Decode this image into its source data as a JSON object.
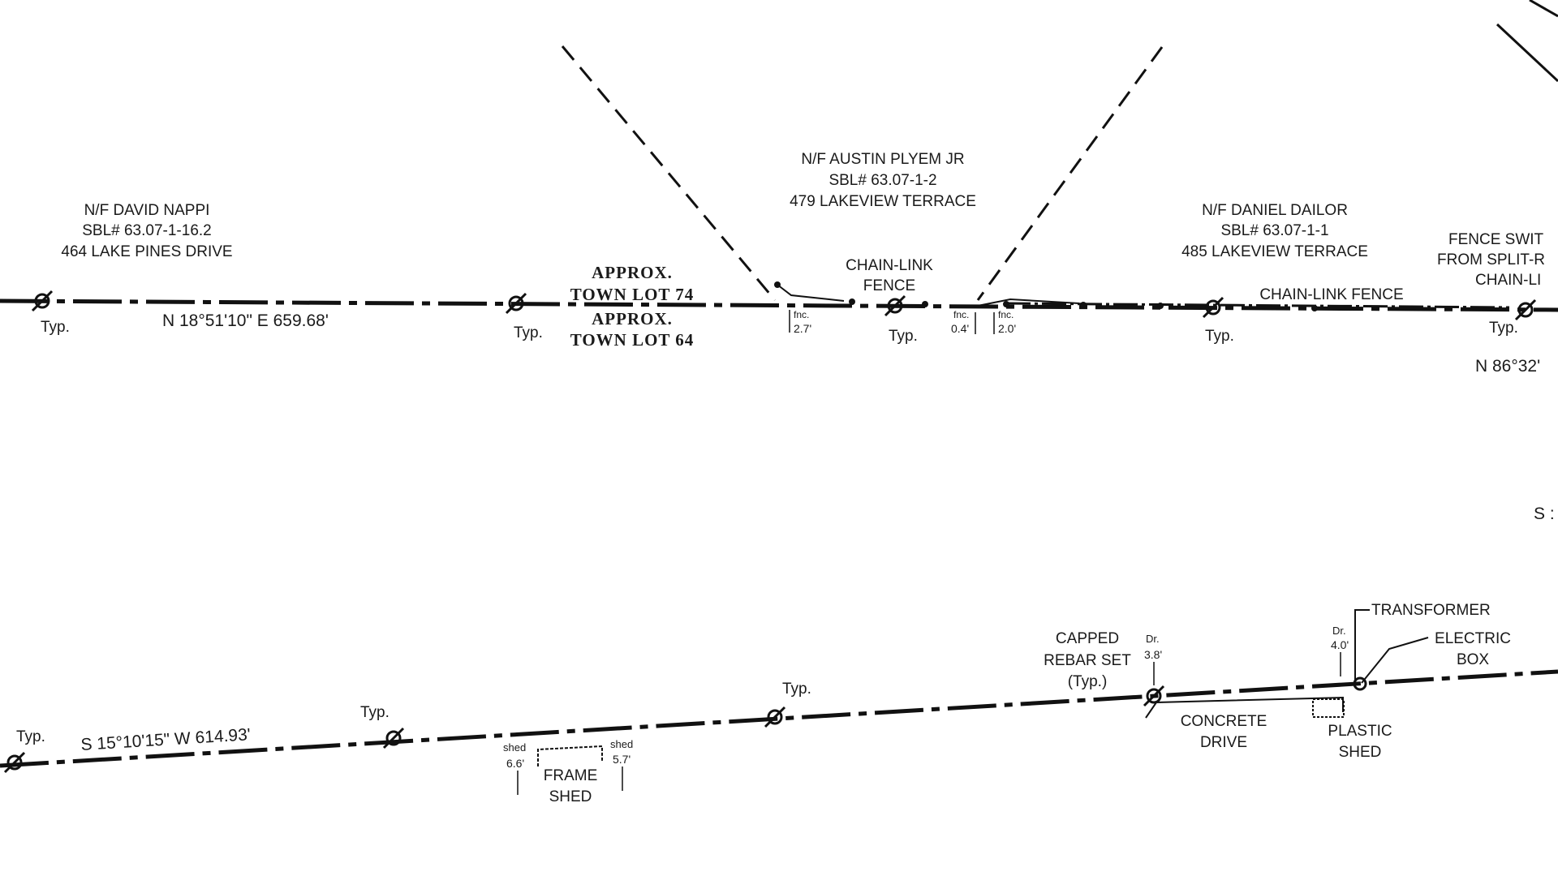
{
  "owners": {
    "nappi": {
      "line1": "N/F DAVID NAPPI",
      "line2": "SBL# 63.07-1-16.2",
      "line3": "464 LAKE PINES DRIVE"
    },
    "plyem": {
      "line1": "N/F AUSTIN PLYEM JR",
      "line2": "SBL# 63.07-1-2",
      "line3": "479 LAKEVIEW TERRACE"
    },
    "dailor": {
      "line1": "N/F DANIEL DAILOR",
      "line2": "SBL# 63.07-1-1",
      "line3": "485 LAKEVIEW TERRACE"
    }
  },
  "town_lots": {
    "upper_1": "APPROX.",
    "upper_2": "TOWN LOT 74",
    "lower_1": "APPROX.",
    "lower_2": "TOWN LOT 64"
  },
  "bearings": {
    "north_line": "N 18°51'10\" E 659.68'",
    "south_line": "S 15°10'15\" W 614.93'",
    "right_partial": "N 86°32'",
    "right_partial_south": "S :"
  },
  "fences": {
    "chain_link_fence_1": "CHAIN-LINK",
    "chain_link_fence_2": "FENCE",
    "chain_link_fence_right": "CHAIN-LINK FENCE",
    "fence_switch_1": "FENCE SWIT",
    "fence_switch_2": "FROM SPLIT-R",
    "fence_switch_3": "CHAIN-LI"
  },
  "typ_label": "Typ.",
  "fence_offsets": {
    "a_label": "fnc.",
    "a_value": "2.7'",
    "b_label": "fnc.",
    "b_value": "0.4'",
    "c_label": "fnc.",
    "c_value": "2.0'"
  },
  "features": {
    "capped_1": "CAPPED",
    "capped_2": "REBAR SET",
    "capped_3": "(Typ.)",
    "concrete_1": "CONCRETE",
    "concrete_2": "DRIVE",
    "plastic_1": "PLASTIC",
    "plastic_2": "SHED",
    "transformer": "TRANSFORMER",
    "electric_1": "ELECTRIC",
    "electric_2": "BOX",
    "frame_1": "FRAME",
    "frame_2": "SHED"
  },
  "offsets": {
    "shed_left_label": "shed",
    "shed_left_value": "6.6'",
    "shed_right_label": "shed",
    "shed_right_value": "5.7'",
    "dr_1_label": "Dr.",
    "dr_1_value": "3.8'",
    "dr_2_label": "Dr.",
    "dr_2_value": "4.0'"
  }
}
